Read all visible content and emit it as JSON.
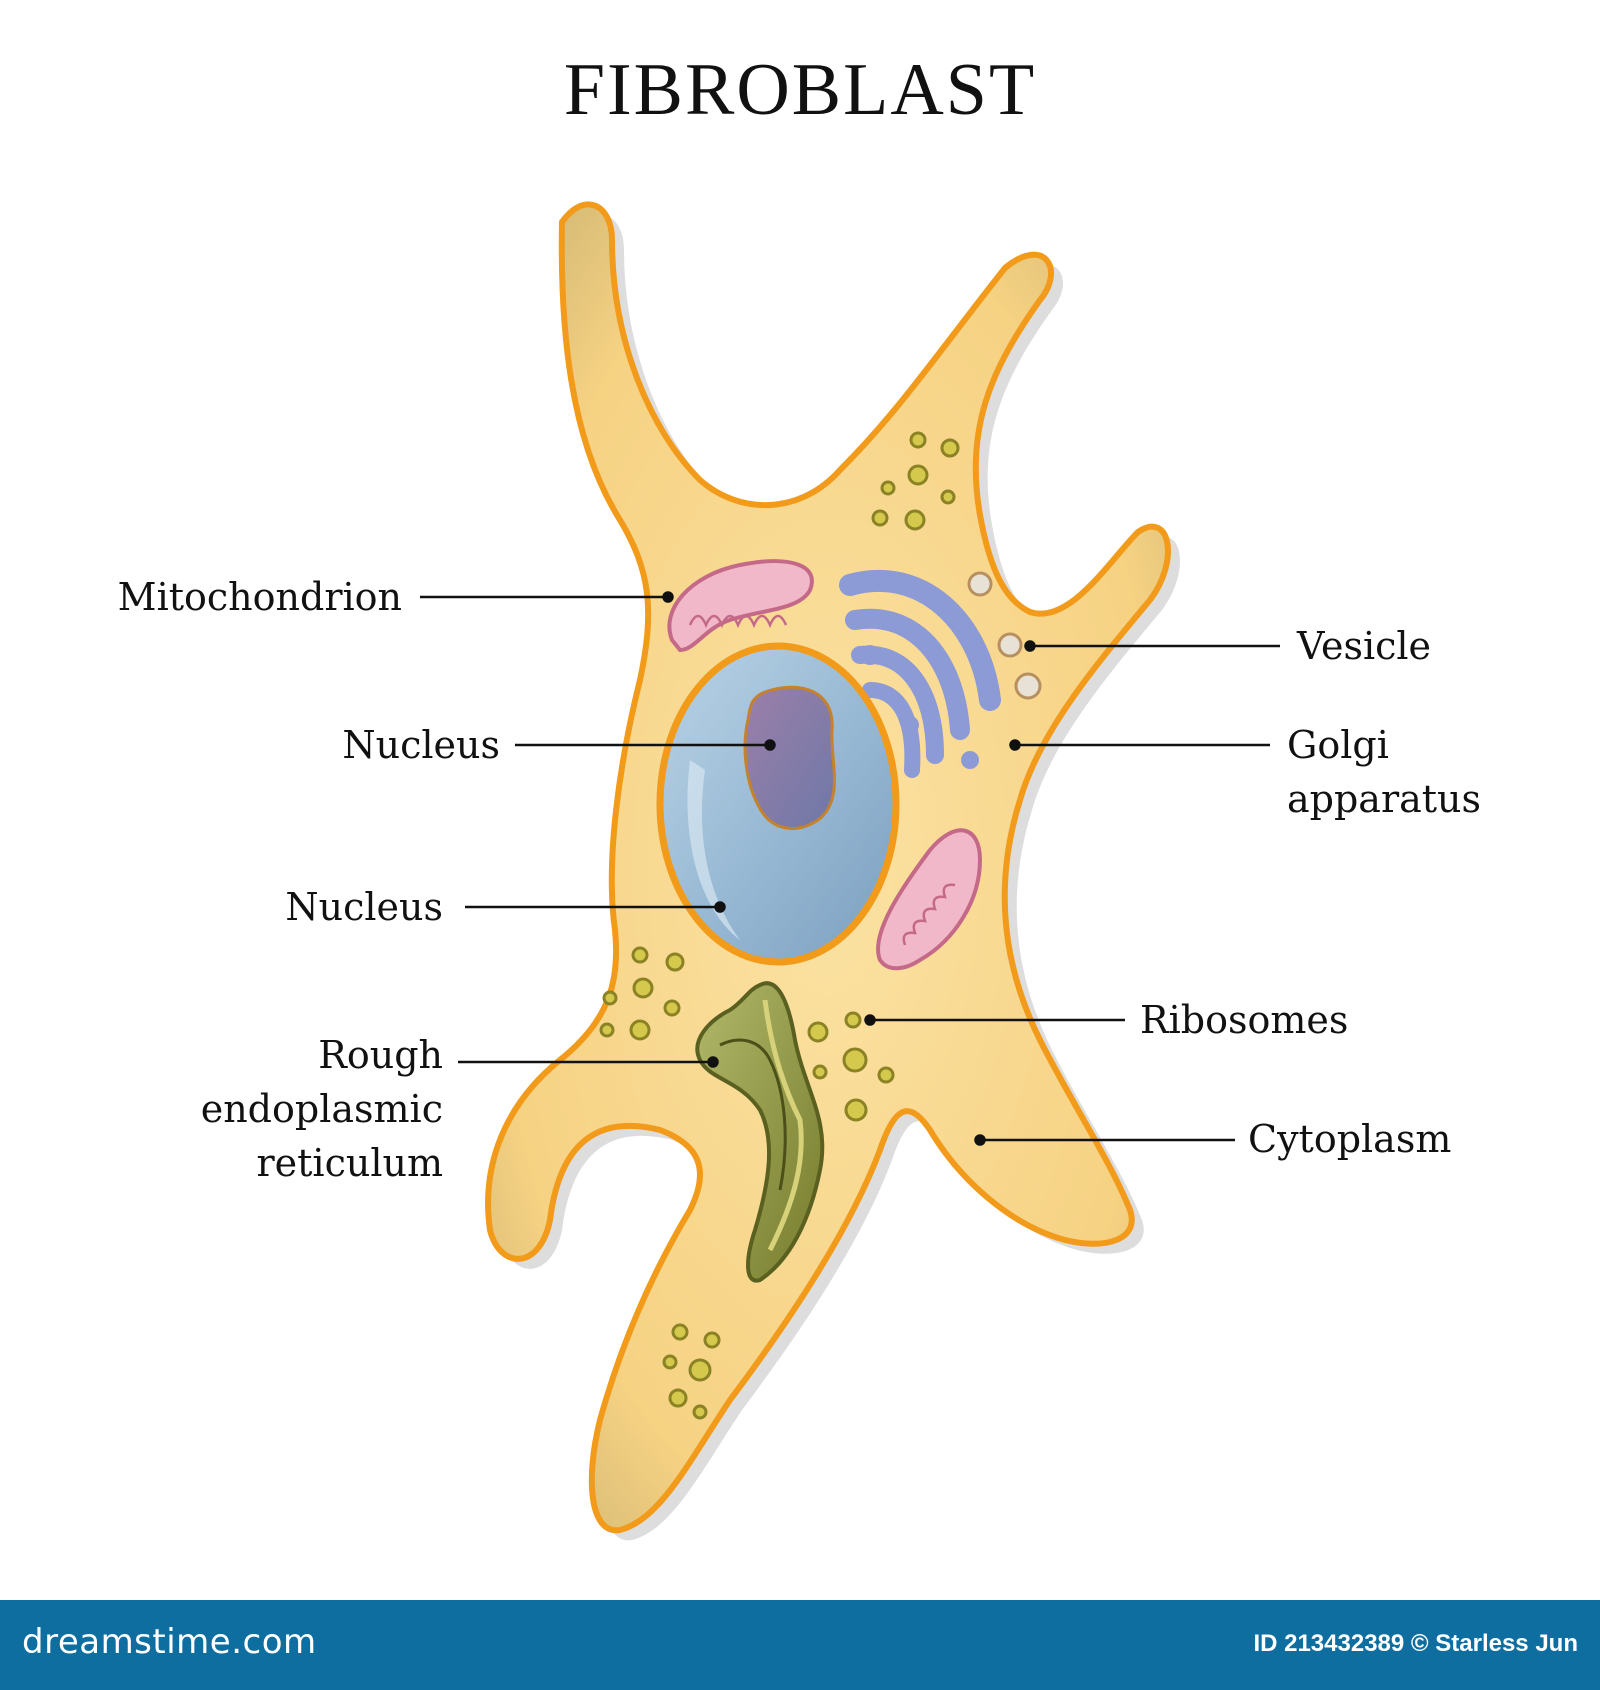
{
  "title": "FIBROBLAST",
  "labels": {
    "mitochondrion": "Mitochondrion",
    "nucleus_nucleolus": "Nucleus",
    "nucleus": "Nucleus",
    "rough_er_line1": "Rough",
    "rough_er_line2": "endoplasmic",
    "rough_er_line3": "reticulum",
    "vesicle": "Vesicle",
    "golgi_line1": "Golgi",
    "golgi_line2": "apparatus",
    "ribosomes": "Ribosomes",
    "cytoplasm": "Cytoplasm"
  },
  "footer": {
    "brand": "dreamstime.com",
    "credit": "ID 213432389 © Starless Jun"
  },
  "colors": {
    "cytoplasm_fill": "#f7d58a",
    "membrane": "#f29a1a",
    "nucleus_fill": "#9fbfd8",
    "nucleolus_fill": "#8a7aa8",
    "golgi": "#8c9ad6",
    "mitochondrion": "#f0b8c8",
    "rough_er": "#9aa24a",
    "ribosome": "#c9c24a",
    "footer_bg": "#0d6e9f"
  }
}
